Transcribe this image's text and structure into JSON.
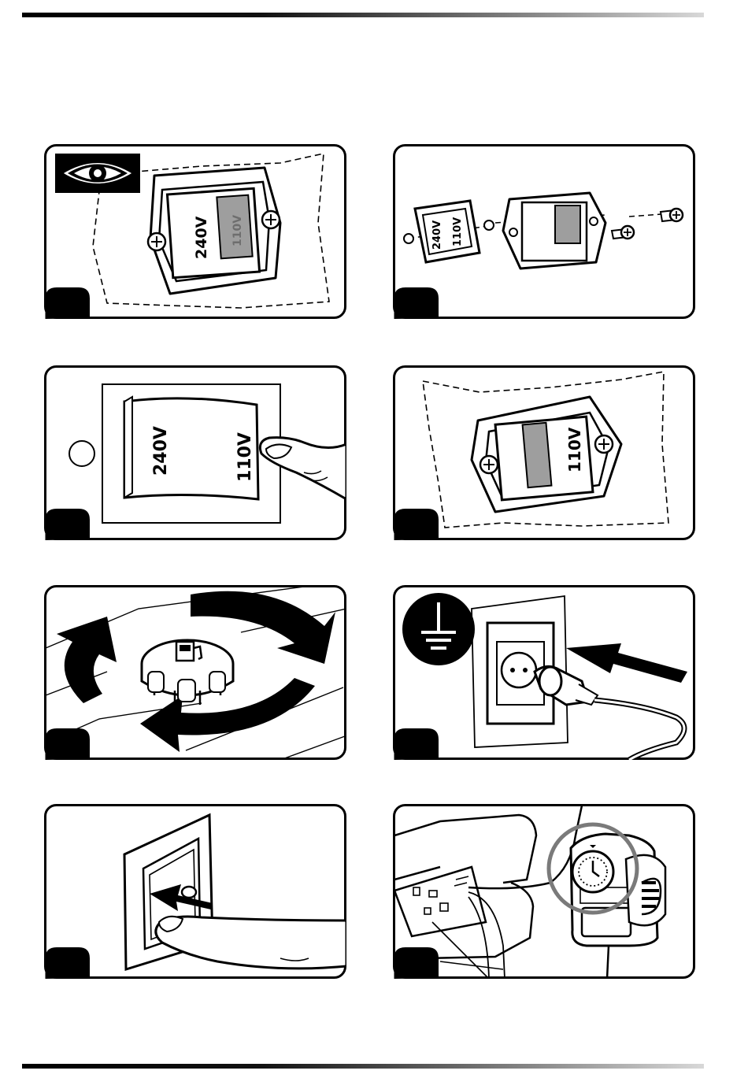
{
  "header": {
    "rule": "top-bar"
  },
  "panels": [
    {
      "id": 1,
      "caption_number": "",
      "scene": "fuse-holder-inspect",
      "labels": {
        "voltage_left": "240V",
        "voltage_right": "110V"
      },
      "icons": [
        "eye-icon"
      ]
    },
    {
      "id": 2,
      "caption_number": "",
      "scene": "fuse-holder-exploded",
      "labels": {
        "voltage_left": "240V",
        "voltage_right": "110V"
      },
      "icons": [
        "screw-icon"
      ]
    },
    {
      "id": 3,
      "caption_number": "",
      "scene": "voltage-selector-press",
      "labels": {
        "voltage_left": "240V",
        "voltage_right": "110V"
      },
      "icons": [
        "finger-icon"
      ]
    },
    {
      "id": 4,
      "caption_number": "",
      "scene": "fuse-holder-reinserted",
      "labels": {
        "voltage_right": "110V"
      },
      "icons": []
    },
    {
      "id": 5,
      "caption_number": "",
      "scene": "fuel-cap-rotate",
      "labels": {},
      "icons": [
        "fuel-pump-icon",
        "rotate-arrows-icon"
      ]
    },
    {
      "id": 6,
      "caption_number": "",
      "scene": "plug-into-grounded-socket",
      "labels": {},
      "icons": [
        "ground-symbol-icon",
        "plug-icon"
      ]
    },
    {
      "id": 7,
      "caption_number": "",
      "scene": "press-switch-button",
      "labels": {},
      "icons": [
        "finger-icon",
        "arrow-icon"
      ]
    },
    {
      "id": 8,
      "caption_number": "",
      "scene": "timer-plug-connection",
      "labels": {},
      "icons": [
        "timer-dial-icon"
      ]
    }
  ],
  "colors": {
    "ink": "#000000",
    "paper": "#ffffff",
    "fuse": "#9e9e9e"
  }
}
